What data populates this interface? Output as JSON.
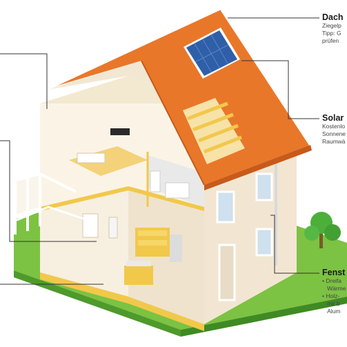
{
  "callouts": {
    "dach": {
      "title": "Dach",
      "lines": [
        "Ziegelp",
        "Tipp: G",
        "prüfen"
      ]
    },
    "solar": {
      "title": "Solar",
      "lines": [
        "Kostenlo",
        "Sonnene",
        "Raumwä"
      ]
    },
    "fenster": {
      "title": "Fenst",
      "lines": [
        "Dreifa",
        "Wärme",
        "Holz-",
        "mit b",
        "Alum"
      ]
    }
  },
  "colors": {
    "roof": "#e9772a",
    "roof_dark": "#c85a1a",
    "wall": "#f2e6d2",
    "wall_shade": "#e3d2b8",
    "frame": "#f2c84b",
    "lawn": "#7cc243",
    "lawn_dark": "#4e9a2b",
    "solar_panel": "#2f5fa8",
    "tree": "#4caf3a"
  }
}
